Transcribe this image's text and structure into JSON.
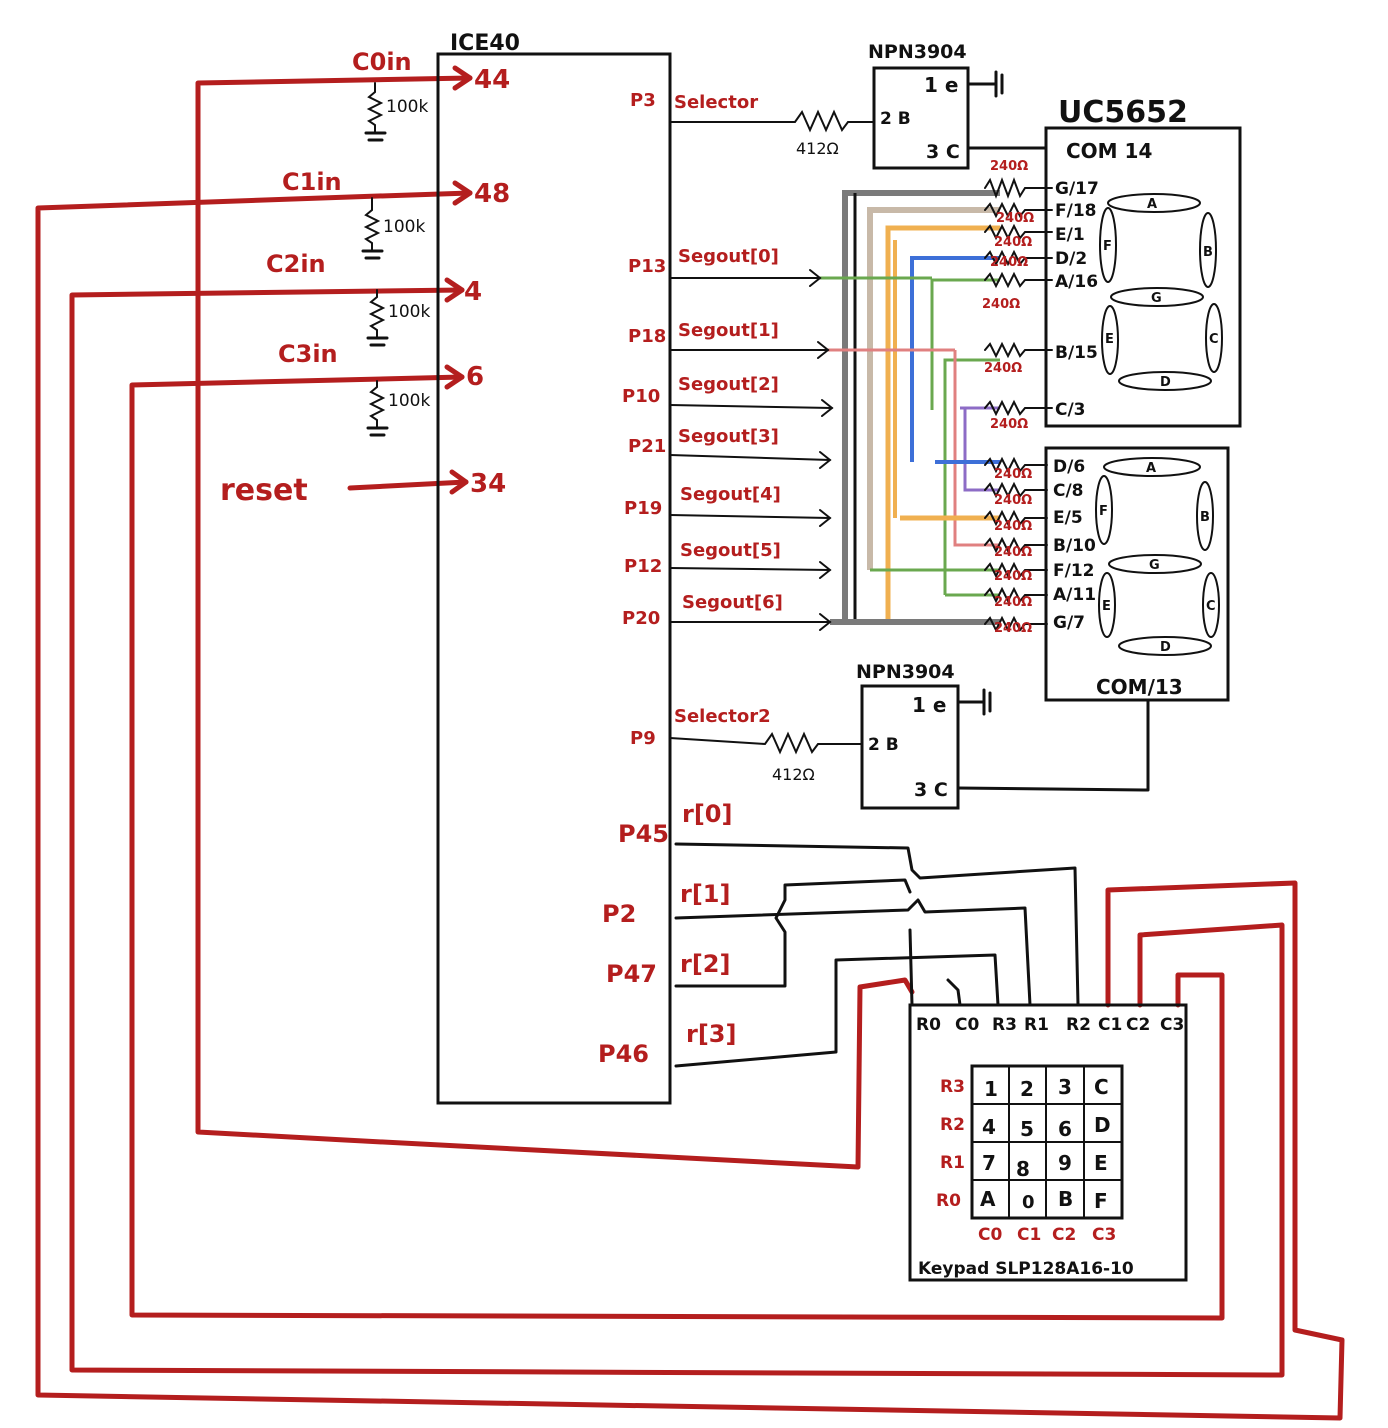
{
  "fpga": {
    "title": "ICE40",
    "left_pins": [
      "44",
      "48",
      "4",
      "6",
      "34"
    ],
    "left_labels": [
      "C0in",
      "C1in",
      "C2in",
      "C3in",
      "reset"
    ],
    "resistor_labels": [
      "100k",
      "100k",
      "100k",
      "100k"
    ],
    "right_pins": [
      "P3",
      "P13",
      "P18",
      "P10",
      "P21",
      "P19",
      "P12",
      "P20",
      "P9",
      "P45",
      "P2",
      "P47",
      "P46"
    ],
    "right_signals": [
      "Selector",
      "Segout[0]",
      "Segout[1]",
      "Segout[2]",
      "Segout[3]",
      "Segout[4]",
      "Segout[5]",
      "Segout[6]",
      "Selector2",
      "r[0]",
      "r[1]",
      "r[2]",
      "r[3]"
    ]
  },
  "transistor1": {
    "title": "NPN3904",
    "emitter": "1 e",
    "base": "2 B",
    "collector": "3 C",
    "resistor": "412Ω"
  },
  "transistor2": {
    "title": "NPN3904",
    "emitter": "1 e",
    "base": "2 B",
    "collector": "3 C",
    "resistor": "412Ω"
  },
  "display": {
    "title": "UC5652",
    "top_com": "COM 14",
    "bottom_com": "COM/13",
    "top_pins": [
      "G/17",
      "F/18",
      "E/1",
      "D/2",
      "A/16",
      "B/15",
      "C/3"
    ],
    "bottom_pins": [
      "D/6",
      "C/8",
      "E/5",
      "B/10",
      "F/12",
      "A/11",
      "G/7"
    ],
    "resistor": "240Ω",
    "segments": [
      "A",
      "B",
      "C",
      "D",
      "E",
      "F",
      "G"
    ]
  },
  "keypad": {
    "title": "Keypad SLP128A16-10",
    "pins": [
      "R0",
      "C0",
      "R3",
      "R1",
      "R2",
      "C1",
      "C2",
      "C3"
    ],
    "row_labels": [
      "R3",
      "R2",
      "R1",
      "R0"
    ],
    "col_labels": [
      "C0",
      "C1",
      "C2",
      "C3"
    ],
    "keys": [
      [
        "1",
        "2",
        "3",
        "C"
      ],
      [
        "4",
        "5",
        "6",
        "D"
      ],
      [
        "7",
        "8",
        "9",
        "E"
      ],
      [
        "A",
        "0",
        "B",
        "F"
      ]
    ]
  },
  "colors": {
    "red_wire": "#b41e1e",
    "black_wire": "#111111",
    "gray_wire": "#7a7a7a",
    "orange_wire": "#f0b050",
    "blue_wire": "#3d6fd8",
    "green_wire": "#6aa84f",
    "purple_wire": "#8d6cc6",
    "pink_wire": "#e08080"
  }
}
